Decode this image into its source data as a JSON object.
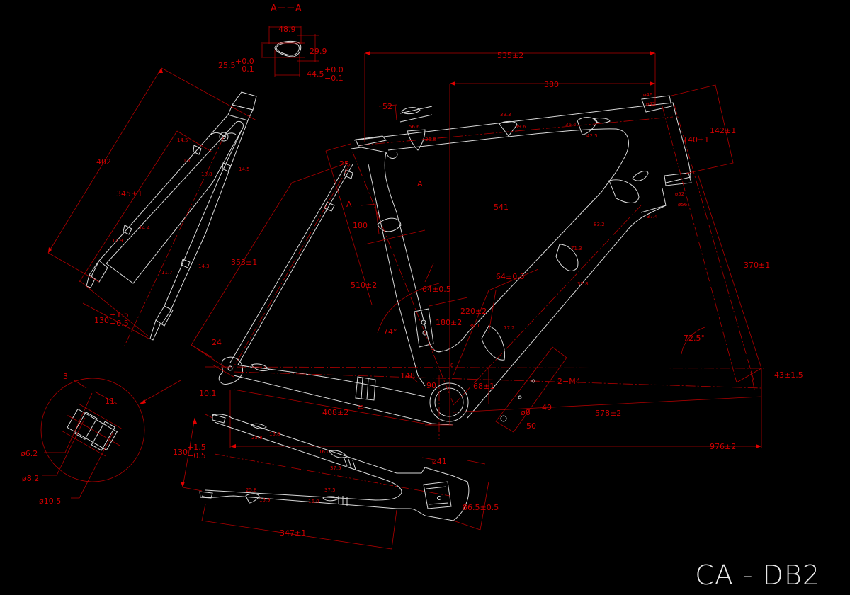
{
  "title": "CA - DB2",
  "colors": {
    "background": "#000000",
    "dimension": "#d00000",
    "outline": "#d9d9d9"
  },
  "section": {
    "title": "A－－A",
    "width": "48.9",
    "height": "29.9",
    "a": "25.5",
    "a_tol_plus": "+0.0",
    "a_tol_minus": "−0.1",
    "b": "44.5",
    "b_tol_plus": "+0.0",
    "b_tol_minus": "−0.1"
  },
  "fork": {
    "length": "402",
    "axle_to_crown": "345±1",
    "w1": "14.5",
    "h1": "10.8",
    "h2": "10.8",
    "w2": "14.5",
    "w3": "14.4",
    "h3": "11.9",
    "w4": "14.3",
    "h4": "11.7",
    "spacing": "130",
    "spacing_plus": "+1.5",
    "spacing_minus": "−0.5"
  },
  "frame": {
    "reach_total": "535±2",
    "top_reach": "380",
    "d52": "52",
    "tt1": "56.6",
    "tt2": "36.8",
    "tt3": "39.3",
    "tt4": "39.6",
    "tt5": "36.4",
    "tt6": "42.5",
    "ht_top_outer": "ø46",
    "ht_top_inner": "ø42",
    "ht_len": "140±1",
    "ht_len2": "142±1",
    "ht_bot_inner": "ø52",
    "ht_bot_outer": "ø56",
    "dt1": "37.4",
    "dt2": "83.2",
    "dt3": "71.3",
    "dt4": "32.8",
    "stack": "541",
    "st_cut": "180",
    "st_top": "25",
    "sect_a1": "A",
    "sect_a2": "A",
    "seatstay": "353±1",
    "seattube": "510±2",
    "bottle1": "64±0.5",
    "bottle2": "64±0.5",
    "dt_bottle": "220±2",
    "st_bottle": "180±2",
    "dt5": "39.1",
    "dt6": "77.2",
    "st_angle": "74°",
    "ht_angle": "72.5°",
    "fork_len": "370±1",
    "offset": "43±1.5",
    "ss_w": "24",
    "dropout": "10.1",
    "d148": "148",
    "d7": "7",
    "d8": "8",
    "d90": "90",
    "bb_drop": "68±1",
    "m4": "2−M4",
    "d40": "40",
    "phi8": "ø8",
    "d50": "50",
    "front_center": "578±2",
    "cs25": "25",
    "chainstay": "408±2",
    "wheelbase": "976±2"
  },
  "rear": {
    "c1": "15.8",
    "c2": "25.8",
    "c3": "16.0",
    "c4": "37.5",
    "spacing": "130",
    "spacing_plus": "+1.5",
    "spacing_minus": "−0.5",
    "bb_dia": "ø41",
    "c5": "25.8",
    "c6": "15.9",
    "c7": "37.5",
    "c8": "16.0",
    "bb_width": "86.5±0.5",
    "length": "347±1"
  },
  "detail": {
    "d3": "3",
    "d11": "11",
    "phi62": "ø6.2",
    "phi82": "ø8.2",
    "phi105": "ø10.5"
  }
}
